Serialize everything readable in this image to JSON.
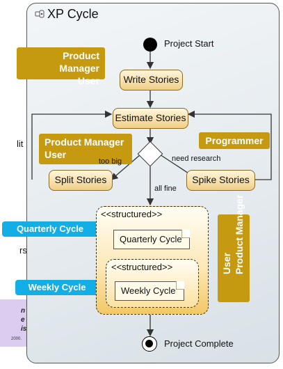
{
  "title": "XP Cycle",
  "cut_text": {
    "split": "lit",
    "others": "rs"
  },
  "roles": {
    "product_manager_top": "Product Manager",
    "user_top": "User",
    "product_manager_mid": "Product Manager",
    "user_mid": "User",
    "programmer": "Programmer",
    "user_vertical": "User",
    "product_manager_vertical": "Product Manager"
  },
  "cycles": {
    "quarterly": "Quarterly Cycle",
    "weekly": "Weekly Cycle"
  },
  "nodes": {
    "start": "Project Start",
    "write": "Write Stories",
    "estimate": "Estimate Stories",
    "split": "Split Stories",
    "spike": "Spike Stories",
    "complete": "Project Complete"
  },
  "guards": {
    "too_big": "too big",
    "need_research": "need research",
    "all_fine": "all fine"
  },
  "structured": {
    "outer": "<<structured>>",
    "inner": "<<structured>>"
  },
  "notes": {
    "quarterly": "Quarterly Cycle",
    "weekly": "Weekly Cycle"
  },
  "colors": {
    "gold": "#c59a10",
    "blue": "#12aee6",
    "action_fill": "#f0cf87",
    "purple": "#dccdf0"
  }
}
